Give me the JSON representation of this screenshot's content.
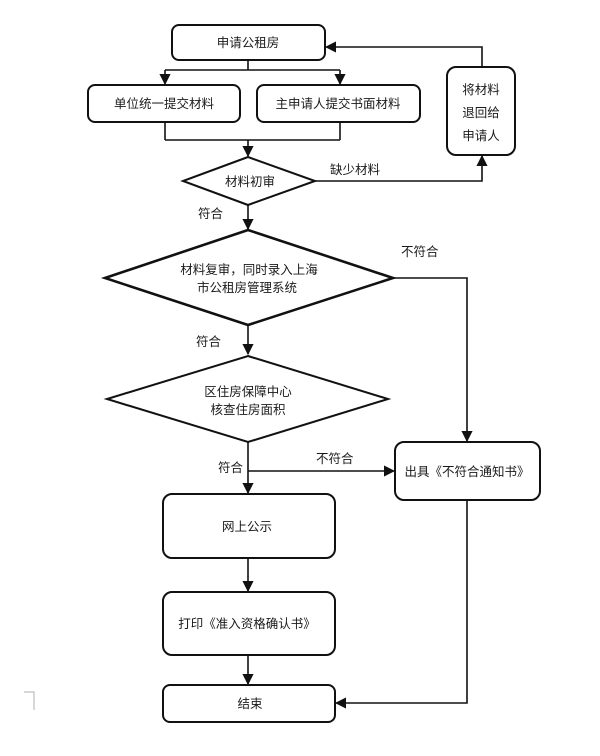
{
  "diagram": {
    "type": "flowchart",
    "colors": {
      "line": "#111111",
      "fill": "#ffffff",
      "text": "#1a1a1a"
    },
    "nodes": {
      "apply": {
        "shape": "rounded-rect",
        "lines": [
          "申请公租房"
        ]
      },
      "unit_submit": {
        "shape": "rounded-rect",
        "lines": [
          "单位统一提交材料"
        ]
      },
      "main_submit": {
        "shape": "rounded-rect",
        "lines": [
          "主申请人提交书面材料"
        ]
      },
      "return_box": {
        "shape": "rounded-rect",
        "lines": [
          "将材料",
          "退回给",
          "申请人"
        ]
      },
      "first_review": {
        "shape": "diamond",
        "lines": [
          "材料初审"
        ]
      },
      "second_review": {
        "shape": "diamond",
        "lines": [
          "材料复审，同时录入上海",
          "市公租房管理系统"
        ]
      },
      "district_check": {
        "shape": "diamond",
        "lines": [
          "区住房保障中心",
          "核查住房面积"
        ]
      },
      "reject_notice": {
        "shape": "rounded-rect",
        "lines": [
          "出具《不符合通知书》"
        ]
      },
      "publicize": {
        "shape": "rounded-rect",
        "lines": [
          "网上公示"
        ]
      },
      "print_cert": {
        "shape": "rounded-rect",
        "lines": [
          "打印《准入资格确认书》"
        ]
      },
      "end": {
        "shape": "rounded-rect",
        "lines": [
          "结束"
        ]
      }
    },
    "edges": [
      {
        "from": "apply",
        "to": "unit_submit",
        "label": ""
      },
      {
        "from": "apply",
        "to": "main_submit",
        "label": ""
      },
      {
        "from": "unit_submit",
        "to": "first_review",
        "label": ""
      },
      {
        "from": "main_submit",
        "to": "first_review",
        "label": ""
      },
      {
        "from": "first_review",
        "to": "return_box",
        "label": "缺少材料"
      },
      {
        "from": "return_box",
        "to": "apply",
        "label": ""
      },
      {
        "from": "first_review",
        "to": "second_review",
        "label": "符合"
      },
      {
        "from": "second_review",
        "to": "reject_notice",
        "label": "不符合"
      },
      {
        "from": "second_review",
        "to": "district_check",
        "label": "符合"
      },
      {
        "from": "district_check",
        "to": "reject_notice",
        "label": "不符合"
      },
      {
        "from": "district_check",
        "to": "publicize",
        "label": "符合"
      },
      {
        "from": "publicize",
        "to": "print_cert",
        "label": ""
      },
      {
        "from": "print_cert",
        "to": "end",
        "label": ""
      },
      {
        "from": "reject_notice",
        "to": "end",
        "label": ""
      }
    ],
    "labels": {
      "missing": "缺少材料",
      "pass1": "符合",
      "fail2": "不符合",
      "pass2": "符合",
      "fail3": "不符合",
      "pass3": "符合"
    }
  }
}
